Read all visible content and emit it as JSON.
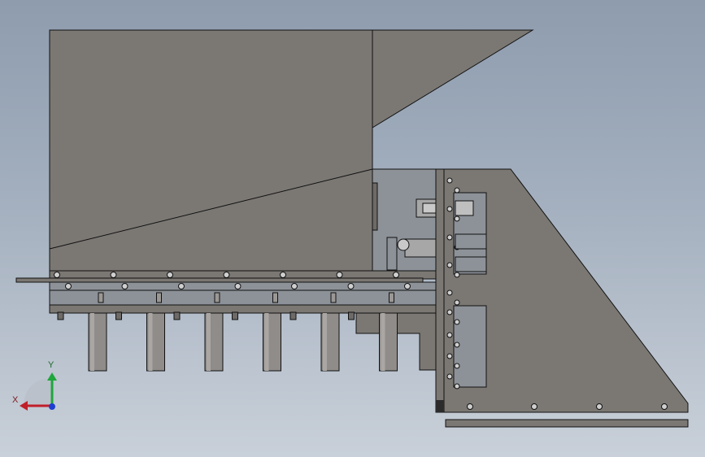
{
  "view": {
    "background_top": "#8e9cae",
    "background_bottom": "#c9d0d9",
    "part_color": "#7b7874",
    "part_dark": "#5e5b58",
    "edge_color": "#111111"
  },
  "triad": {
    "x_label": "X",
    "y_label": "Y",
    "x_color": "#c0202a",
    "y_color": "#1fa63c",
    "z_color": "#1e3fd0"
  },
  "assembly": {
    "cylinder_count": 6,
    "rail_bolt_count": 7
  }
}
